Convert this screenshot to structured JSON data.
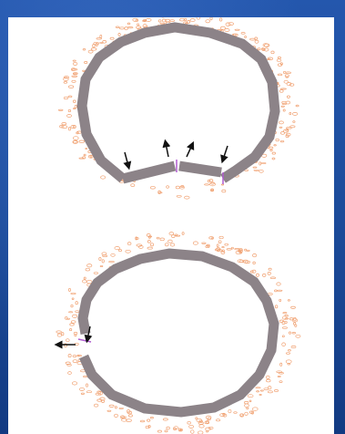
{
  "figure": {
    "background_color": "#1f4e9e",
    "panel_color": "#ffffff",
    "ring_fill": "#8c8388",
    "ring_outline": "#b05cd0",
    "scatter_color": "#f0a070",
    "arrow_color": "#111111"
  },
  "diagrams": [
    {
      "name": "top-polygon-ring-with-gaps",
      "gap_count": 3,
      "arrow_count": 4
    },
    {
      "name": "bottom-polygon-ring-with-gap",
      "gap_count": 1,
      "arrow_count": 2
    }
  ]
}
